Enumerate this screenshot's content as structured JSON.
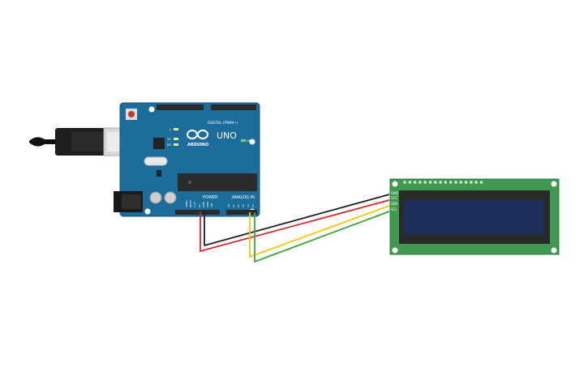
{
  "arduino": {
    "logo_text": "ARDUINO",
    "model": "UNO",
    "on_label": "ON",
    "l_label": "L",
    "tx_label": "TX",
    "rx_label": "RX",
    "digital_header": "DIGITAL (PWM~)",
    "power_header": "POWER",
    "analog_header": "ANALOG IN",
    "ioref_label": "IOREF",
    "reset_label": "RESET",
    "v33_label": "3.3V",
    "v5_label": "5V",
    "gnd_label": "GND",
    "vin_label": "VIN",
    "a0": "A0",
    "a1": "A1",
    "a2": "A2",
    "a3": "A3",
    "a4": "A4",
    "a5": "A5"
  },
  "lcd": {
    "gnd": "GND",
    "vcc": "VCC",
    "sda": "SDA",
    "scl": "SCL"
  },
  "wires": [
    {
      "name": "gnd-wire",
      "color": "#1f1f2b"
    },
    {
      "name": "vcc-wire",
      "color": "#d42a2a"
    },
    {
      "name": "sda-wire",
      "color": "#f2c911"
    },
    {
      "name": "scl-wire",
      "color": "#3aa83a"
    }
  ],
  "colors": {
    "board": "#1d6d9c",
    "lcd_pcb": "#3f9a4f",
    "lcd_screen": "#1d2f5a"
  }
}
